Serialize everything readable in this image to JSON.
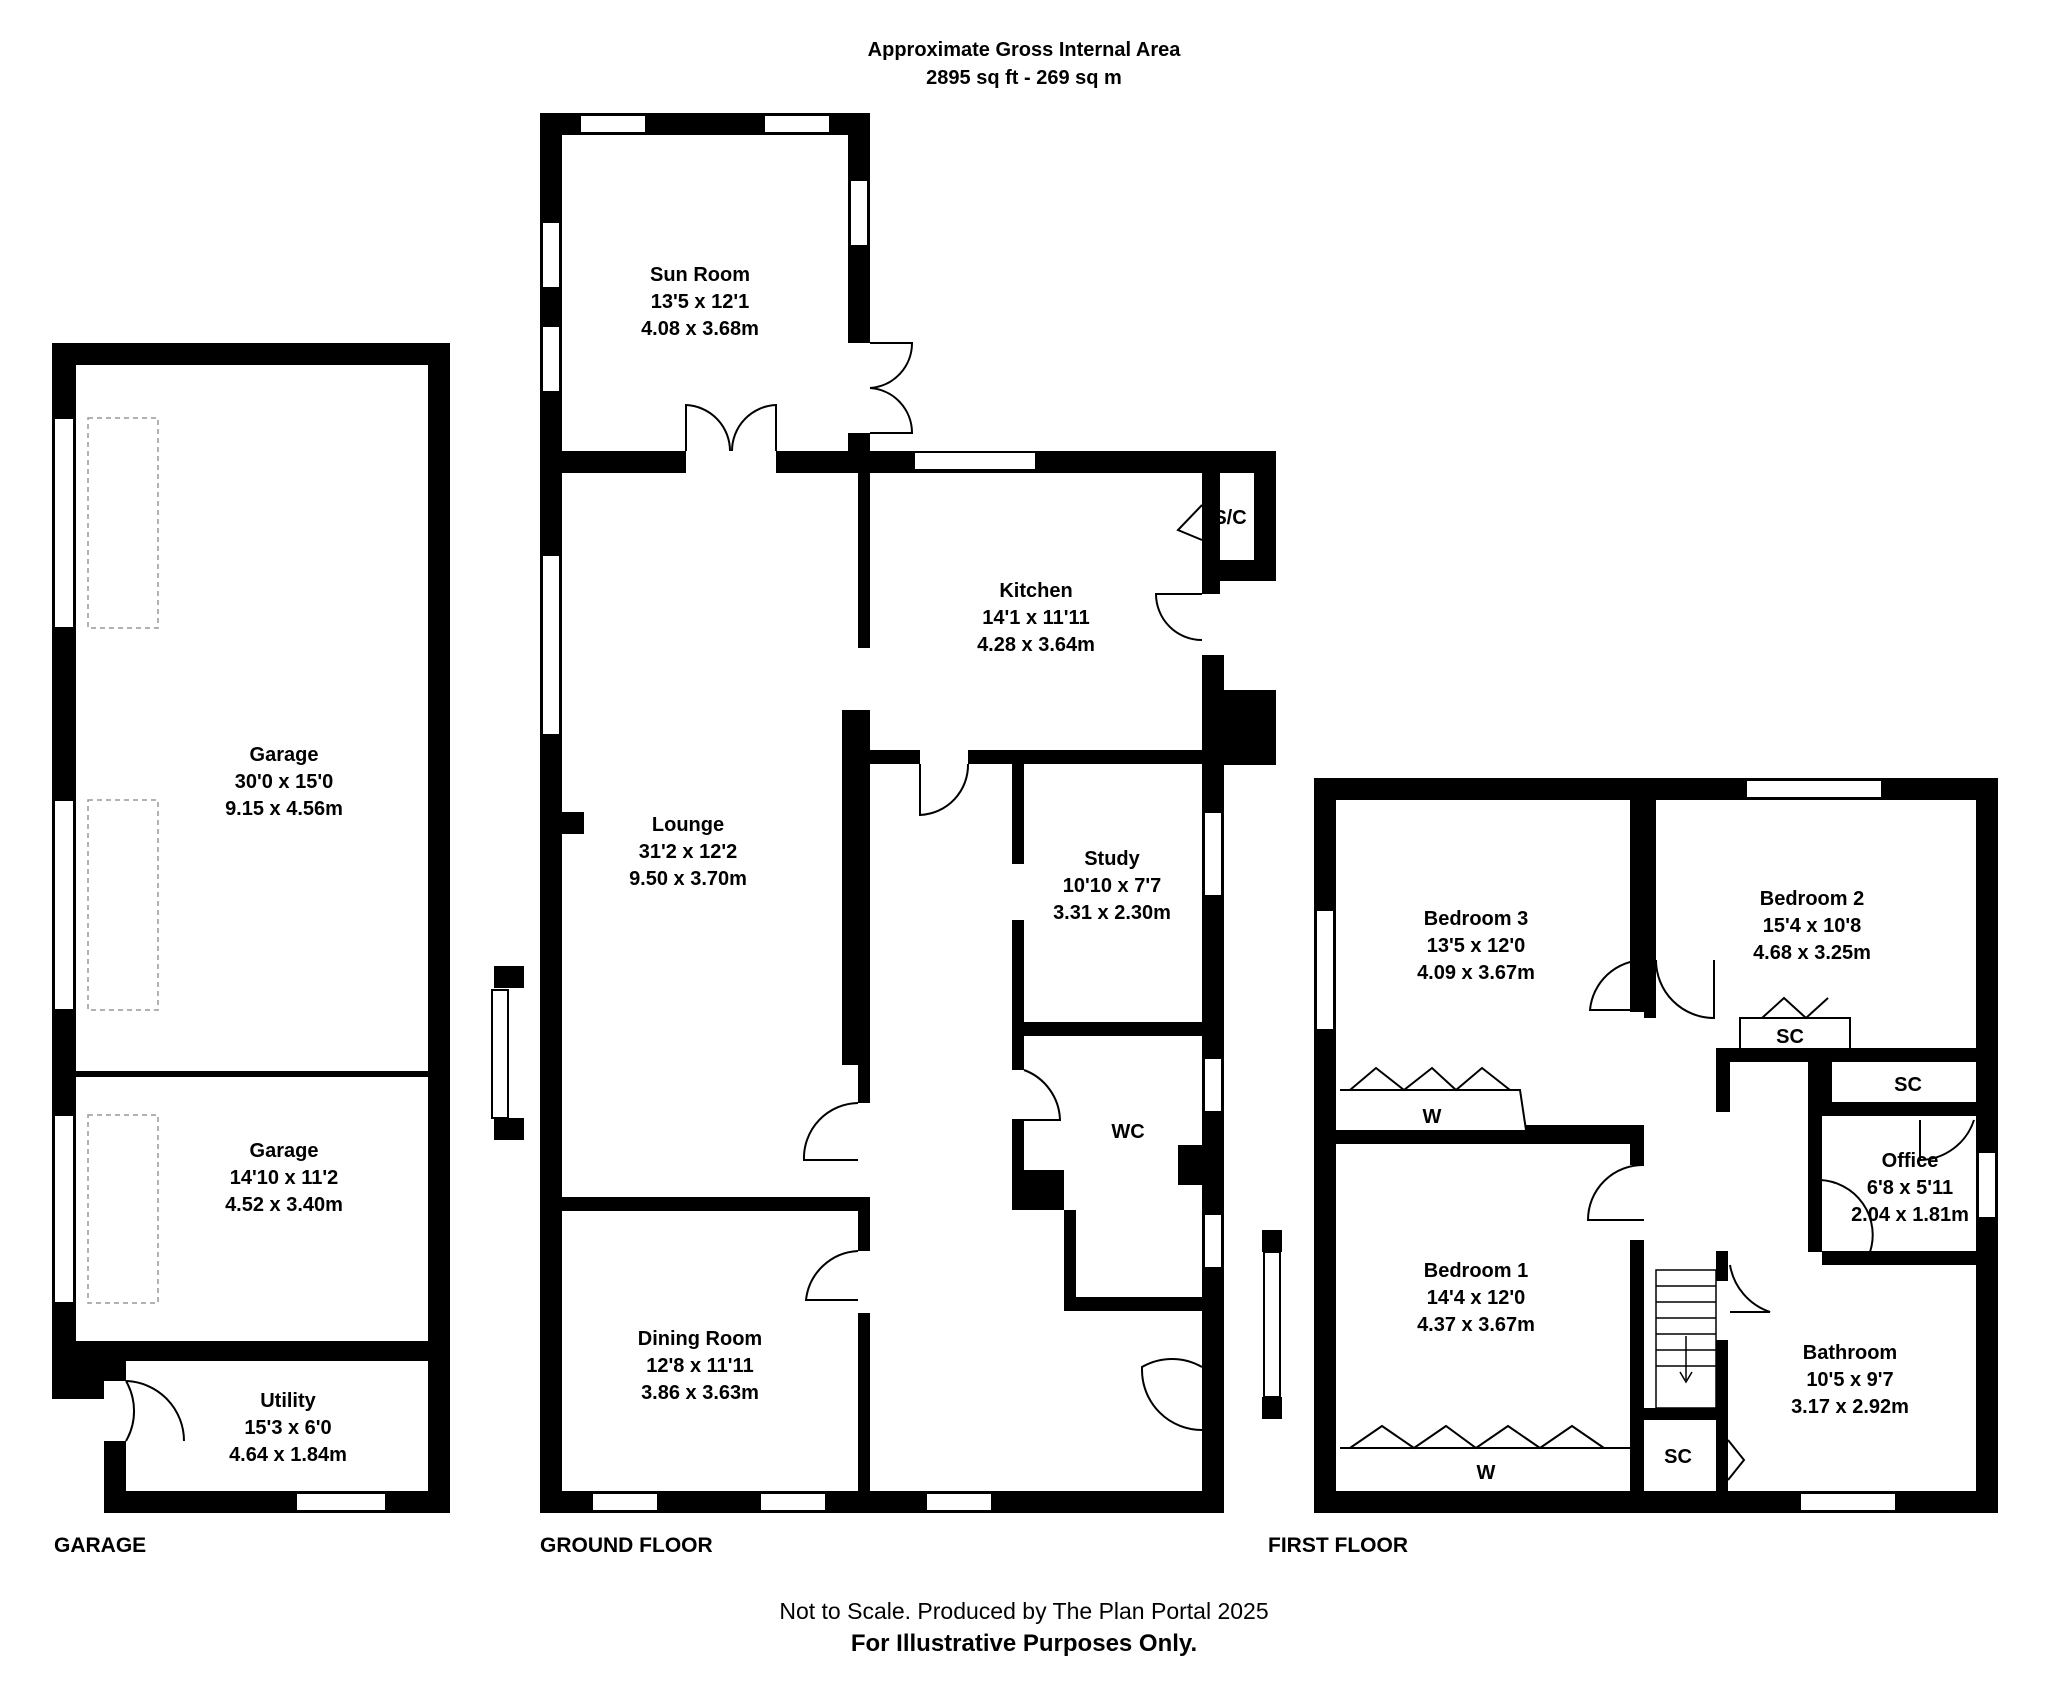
{
  "header": {
    "title": "Approximate Gross Internal Area",
    "area": "2895 sq ft - 269 sq m"
  },
  "rooms": {
    "garage_large": {
      "name": "Garage",
      "imperial": "30'0 x 15'0",
      "metric": "9.15 x 4.56m"
    },
    "garage_small": {
      "name": "Garage",
      "imperial": "14'10 x 11'2",
      "metric": "4.52 x 3.40m"
    },
    "utility": {
      "name": "Utility",
      "imperial": "15'3 x 6'0",
      "metric": "4.64 x 1.84m"
    },
    "sun_room": {
      "name": "Sun Room",
      "imperial": "13'5 x 12'1",
      "metric": "4.08 x 3.68m"
    },
    "kitchen": {
      "name": "Kitchen",
      "imperial": "14'1 x 11'11",
      "metric": "4.28 x 3.64m"
    },
    "lounge": {
      "name": "Lounge",
      "imperial": "31'2 x 12'2",
      "metric": "9.50 x 3.70m"
    },
    "study": {
      "name": "Study",
      "imperial": "10'10 x 7'7",
      "metric": "3.31 x 2.30m"
    },
    "dining_room": {
      "name": "Dining Room",
      "imperial": "12'8 x 11'11",
      "metric": "3.86 x 3.63m"
    },
    "bedroom3": {
      "name": "Bedroom 3",
      "imperial": "13'5 x 12'0",
      "metric": "4.09 x 3.67m"
    },
    "bedroom2": {
      "name": "Bedroom 2",
      "imperial": "15'4 x 10'8",
      "metric": "4.68 x 3.25m"
    },
    "office": {
      "name": "Office",
      "imperial": "6'8 x 5'11",
      "metric": "2.04 x 1.81m"
    },
    "bedroom1": {
      "name": "Bedroom 1",
      "imperial": "14'4 x 12'0",
      "metric": "4.37 x 3.67m"
    },
    "bathroom": {
      "name": "Bathroom",
      "imperial": "10'5 x 9'7",
      "metric": "3.17 x 2.92m"
    }
  },
  "small_labels": {
    "sc_kitchen": "S/C",
    "wc": "WC",
    "w_bed3": "W",
    "w_bed1": "W",
    "sc_bed2": "SC",
    "sc_office": "SC",
    "sc_landing": "SC"
  },
  "floor_labels": {
    "garage": "GARAGE",
    "ground": "GROUND FLOOR",
    "first": "FIRST FLOOR"
  },
  "footer": {
    "note": "Not to Scale. Produced by The Plan Portal 2025",
    "disclaimer": "For Illustrative Purposes Only."
  },
  "colors": {
    "wall": "#000000",
    "window": "#ffffff",
    "background": "#ffffff"
  }
}
